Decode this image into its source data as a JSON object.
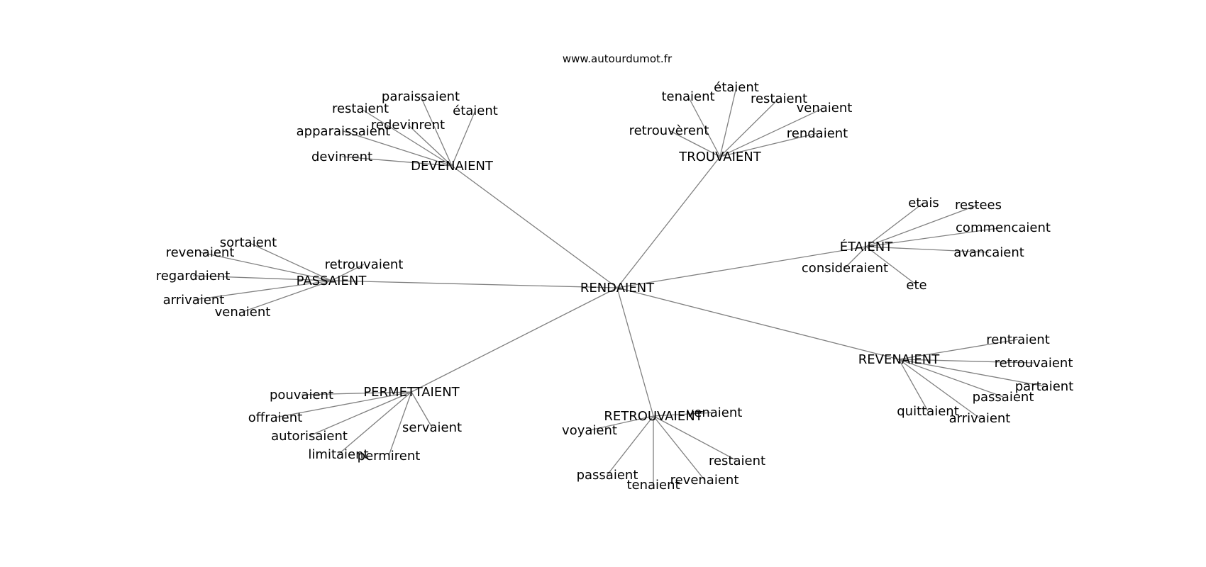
{
  "header": {
    "site": "www.autourdumot.fr"
  },
  "graph": {
    "root": "RENDAIENT",
    "groups": [
      {
        "hub": "DEVENAIENT",
        "words": [
          "paraissaient",
          "restaient",
          "étaient",
          "redevinrent",
          "apparaissaient",
          "devinrent"
        ]
      },
      {
        "hub": "TROUVAIENT",
        "words": [
          "tenaient",
          "étaient",
          "restaient",
          "venaient",
          "retrouvèrent",
          "rendaient"
        ]
      },
      {
        "hub": "ÉTAIENT",
        "words": [
          "etais",
          "restees",
          "commencaient",
          "avancaient",
          "consideraient",
          "ete"
        ]
      },
      {
        "hub": "PASSAIENT",
        "words": [
          "sortaient",
          "revenaient",
          "retrouvaient",
          "regardaient",
          "arrivaient",
          "venaient"
        ]
      },
      {
        "hub": "REVENAIENT",
        "words": [
          "rentraient",
          "retrouvaient",
          "partaient",
          "passaient",
          "quittaient",
          "arrivaient"
        ]
      },
      {
        "hub": "PERMETTAIENT",
        "words": [
          "pouvaient",
          "offraient",
          "servaient",
          "autorisaient",
          "limitaient",
          "permirent"
        ]
      },
      {
        "hub": "RETROUVAIENT",
        "words": [
          "venaient",
          "voyaient",
          "restaient",
          "passaient",
          "revenaient",
          "tenaient"
        ]
      }
    ]
  },
  "colors": {
    "edge": "#808080",
    "text": "#000000",
    "background": "#ffffff"
  }
}
